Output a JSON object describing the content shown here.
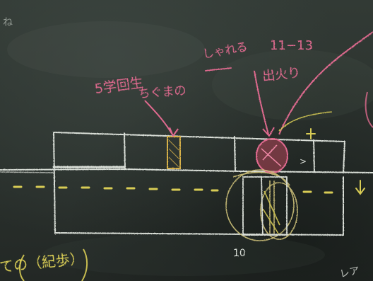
{
  "scene": {
    "subject": "chalkboard",
    "colors": {
      "board": "#2b322e",
      "chalk_white": "#d8ddd6",
      "chalk_pink": "#e06a8f",
      "chalk_yellow": "#d8cc55",
      "chalk_red": "#d14a62"
    }
  },
  "labels": {
    "pink_left_line1": "5学回生",
    "pink_left_line2": "ちぐまの",
    "pink_top_right": "しゃれる",
    "pink_number_range": "11−13",
    "pink_right_word": "出火り",
    "white_number_10": "10",
    "arrow_symbol": ">",
    "yellow_bottom_left": "ての（紀歩）",
    "top_left_mark": "ね",
    "bottom_right_mark": "レア"
  }
}
